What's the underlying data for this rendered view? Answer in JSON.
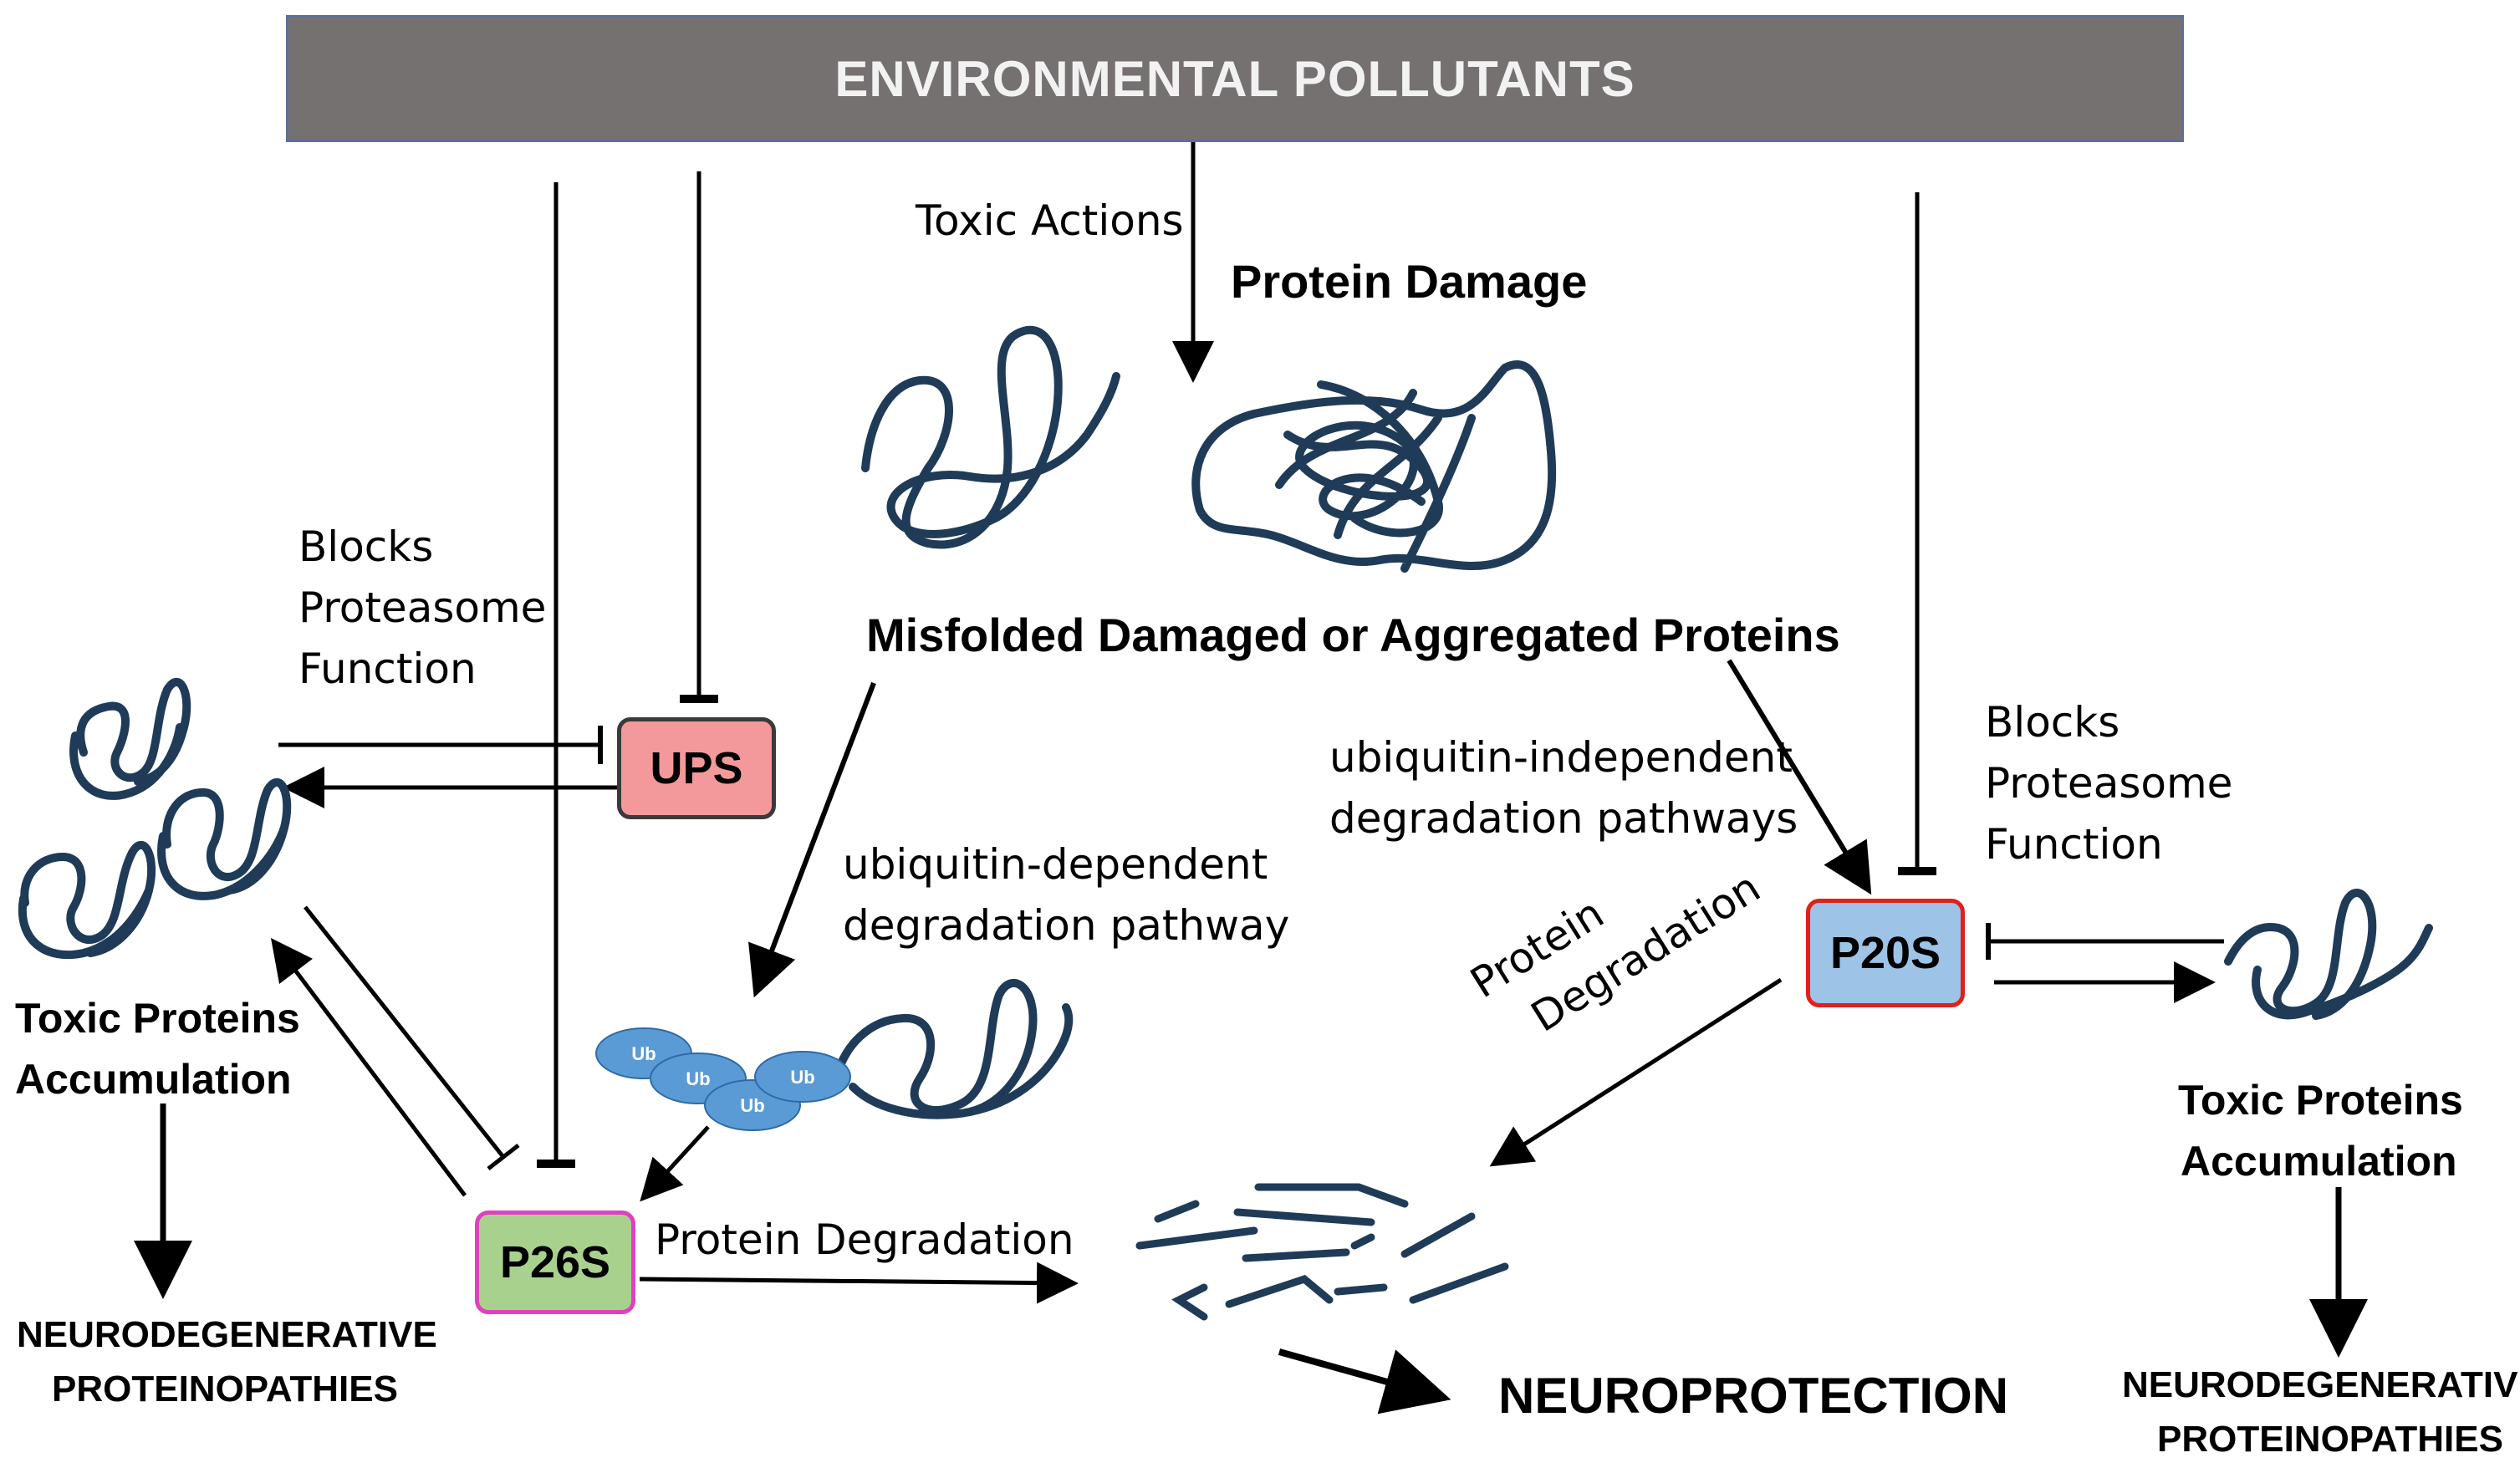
{
  "banner": {
    "title": "ENVIRONMENTAL POLLUTANTS"
  },
  "center": {
    "toxic_actions": "Toxic Actions",
    "protein_damage": "Protein Damage",
    "misfolded": "Misfolded Damaged or Aggregated Proteins"
  },
  "left": {
    "blocks": [
      "Blocks",
      "Proteasome",
      "Function"
    ],
    "toxic_accumulation": [
      "Toxic Proteins",
      "Accumulation"
    ],
    "outcome": [
      "NEURODEGENERATIVE",
      "PROTEINOPATHIES"
    ]
  },
  "right": {
    "blocks": [
      "Blocks",
      "Proteasome",
      "Function"
    ],
    "toxic_accumulation": [
      "Toxic Proteins",
      "Accumulation"
    ],
    "outcome": [
      "NEURODEGENERATIVE",
      "PROTEINOPATHIES"
    ]
  },
  "pathways": {
    "ub_dependent": [
      "ubiquitin-dependent",
      "degradation pathway"
    ],
    "ub_independent": [
      "ubiquitin-independent",
      "degradation pathways"
    ]
  },
  "boxes": {
    "ups": {
      "label": "UPS",
      "fill": "#f4999b",
      "border": "#3a3a3a"
    },
    "p26s": {
      "label": "P26S",
      "fill": "#a9d18e",
      "border": "#e040c0"
    },
    "p20s": {
      "label": "P20S",
      "fill": "#9dc3e6",
      "border": "#e0201a"
    }
  },
  "ubiquitin": {
    "tag": "Ub",
    "color": "#5b9bd5"
  },
  "degradation": {
    "left": "Protein Degradation",
    "right": [
      "Protein",
      "Degradation"
    ]
  },
  "neuroprotection": "NEUROPROTECTION",
  "colors": {
    "protein": "#1f3b57",
    "line": "#000000"
  },
  "icons": [
    "inhibition-bar-icon",
    "arrow-icon",
    "protein-coil-icon",
    "aggregate-icon",
    "ubiquitin-icon",
    "peptide-fragment-icon"
  ]
}
